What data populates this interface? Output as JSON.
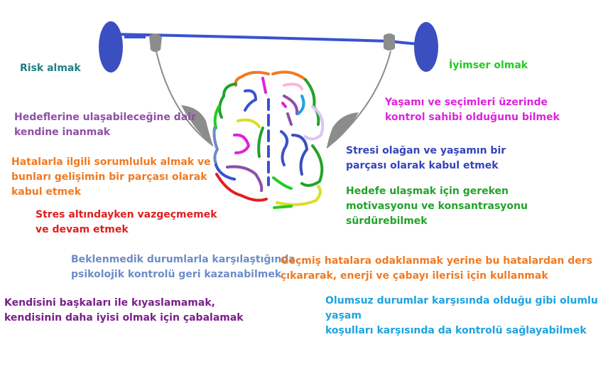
{
  "labels": {
    "risk": "Risk almak",
    "optimism": "İyimser olmak",
    "self_belief": "Hedeflerine ulaşabileceğine dair\nkendine inanmak",
    "control": "Yaşamı ve seçimleri üzerinde\nkontrol sahibi olduğunu bilmek",
    "mistakes": "Hatalarla ilgili sorumluluk almak ve\nbunları gelişimin bir parçası olarak\nkabul etmek",
    "stress_accept": "Stresi olağan ve yaşamın bir\nparçası olarak kabul etmek",
    "motivation": "Hedefe ulaşmak için gereken\nmotivasyonu ve konsantrasyonu\nsürdürebilmek",
    "persist": "Stres altındayken vazgeçmemek\nve devam etmek",
    "recover": "Beklenmedik durumlarla karşılaştığında\npsikolojik kontrolü geri kazanabilmek",
    "past_mistakes": "Geçmiş hatalara odaklanmak yerine bu hatalardan ders\nçıkararak, enerji ve çabayı ilerisi için kullanmak",
    "no_compare": "Kendisini başkaları ile kıyaslamamak,\nkendisinin daha iyisi olmak için çabalamak",
    "positive_control": "Olumsuz durumlar karşısında olduğu gibi olumlu yaşam\nkoşulları karşısında da kontrolü sağlayabilmek"
  },
  "colors": {
    "risk": "#1f7f7f",
    "optimism": "#22cc22",
    "self_belief": "#8e4fa6",
    "control": "#dd22dd",
    "mistakes": "#f07a22",
    "stress_accept": "#3344bb",
    "motivation": "#22a22a",
    "persist": "#e01f1f",
    "recover": "#6d8cc6",
    "past_mistakes": "#f07a22",
    "no_compare": "#7a1f8a",
    "positive_control": "#1ea3e0",
    "barbell_bar": "#3a52d0",
    "weight": "#3b4fc0",
    "gray": "#8c8c8c"
  }
}
